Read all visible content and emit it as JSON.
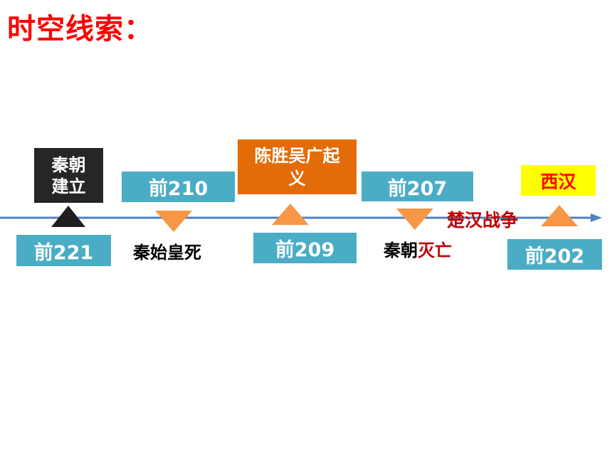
{
  "title": "时空线索：",
  "events": {
    "qin_founded": {
      "year": "前221",
      "line1": "秦朝",
      "line2": "建立"
    },
    "qinshihuang_death": {
      "year": "前210",
      "label": "秦始皇死"
    },
    "chen_wu_uprising": {
      "year": "前209",
      "line1": "陈胜吴广起",
      "line2": "义"
    },
    "qin_fall": {
      "year": "前207",
      "label_part1": "秦朝",
      "label_part2": "灭亡"
    },
    "western_han": {
      "year": "前202",
      "label": "西汉"
    }
  },
  "war_label": "楚汉战争",
  "colors": {
    "title": "#ff0000",
    "axis": "#4f81bd",
    "year_box": "#4bacc6",
    "marker": "#f79646",
    "uprising_box": "#e36c09",
    "han_box": "#ffff00",
    "dark_red": "#c00000"
  }
}
